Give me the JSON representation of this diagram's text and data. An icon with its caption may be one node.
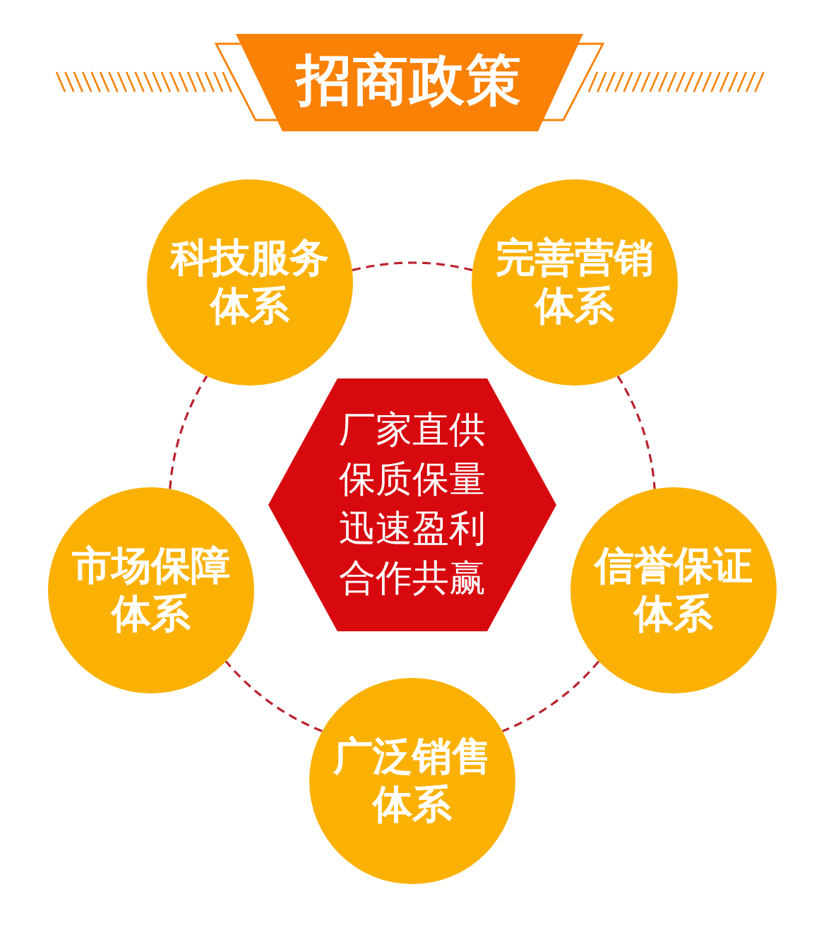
{
  "diagram": {
    "title": "招商政策",
    "nodes": [
      {
        "text": [
          "科技服务体系"
        ]
      },
      {
        "text": [
          "完善营销体系"
        ]
      },
      {
        "text": [
          "厂家直供",
          "保质保量",
          "迅速盈利",
          "合作共赢"
        ]
      },
      {
        "text": [
          "市场保障体系"
        ]
      },
      {
        "text": [
          "信誉保证体系"
        ]
      },
      {
        "text": [
          "广泛销售体系"
        ]
      }
    ],
    "edges": [
      {
        "from": 0,
        "to": 1,
        "arrow": "none",
        "style": "dashed"
      },
      {
        "from": 1,
        "to": 4,
        "arrow": "none",
        "style": "dashed"
      },
      {
        "from": 4,
        "to": 5,
        "arrow": "none",
        "style": "dashed"
      },
      {
        "from": 5,
        "to": 3,
        "arrow": "none",
        "style": "dashed"
      },
      {
        "from": 3,
        "to": 0,
        "arrow": "none",
        "style": "dashed"
      }
    ]
  }
}
